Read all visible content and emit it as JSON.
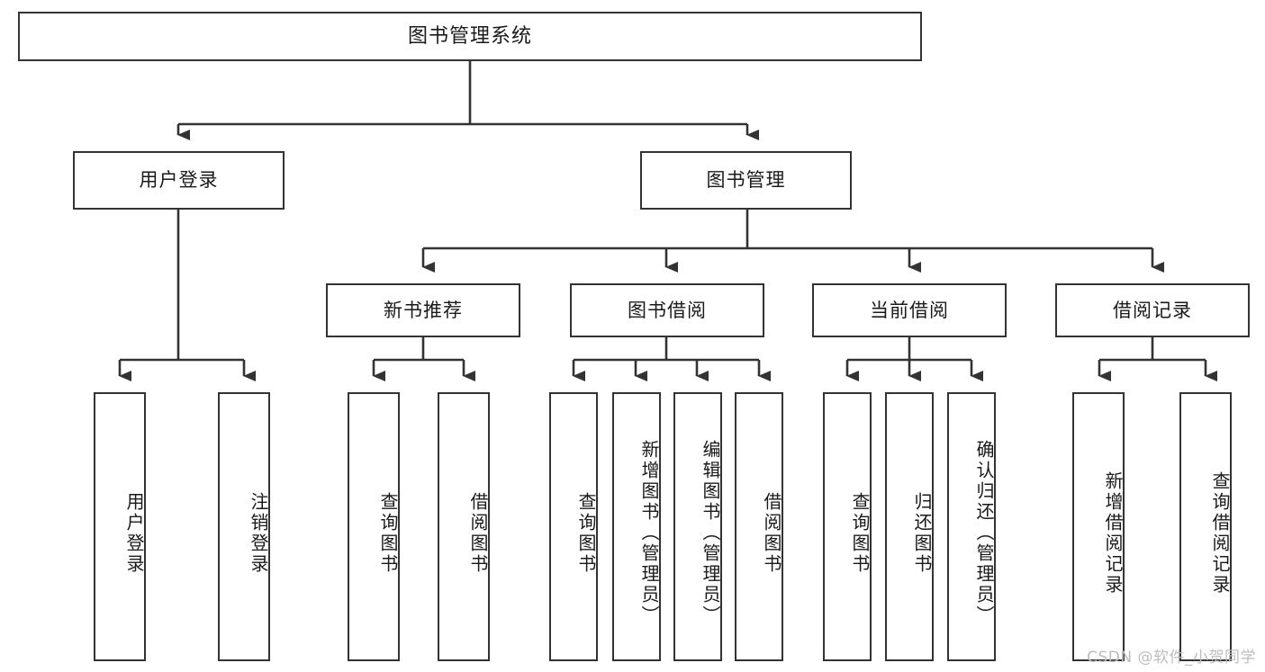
{
  "diagram": {
    "title": "图书管理系统",
    "watermark": "CSDN @软件_小贺同学",
    "stroke_color": "#333333",
    "background_color": "#ffffff",
    "text_color": "#1a1a1a",
    "watermark_color": "#bdbdbd",
    "nodes": {
      "root": {
        "label": "图书管理系统"
      },
      "level2": [
        {
          "label": "用户登录"
        },
        {
          "label": "图书管理"
        }
      ],
      "level3": [
        {
          "label": "新书推荐"
        },
        {
          "label": "图书借阅"
        },
        {
          "label": "当前借阅"
        },
        {
          "label": "借阅记录"
        }
      ],
      "leaves": [
        {
          "label": "用户登录"
        },
        {
          "label": "注销登录"
        },
        {
          "label": "查询图书"
        },
        {
          "label": "借阅图书"
        },
        {
          "label": "查询图书"
        },
        {
          "label": "新增图书（管理员）"
        },
        {
          "label": "编辑图书（管理员）"
        },
        {
          "label": "借阅图书"
        },
        {
          "label": "查询图书"
        },
        {
          "label": "归还图书"
        },
        {
          "label": "确认归还（管理员）"
        },
        {
          "label": "新增借阅记录"
        },
        {
          "label": "查询借阅记录"
        }
      ]
    }
  }
}
